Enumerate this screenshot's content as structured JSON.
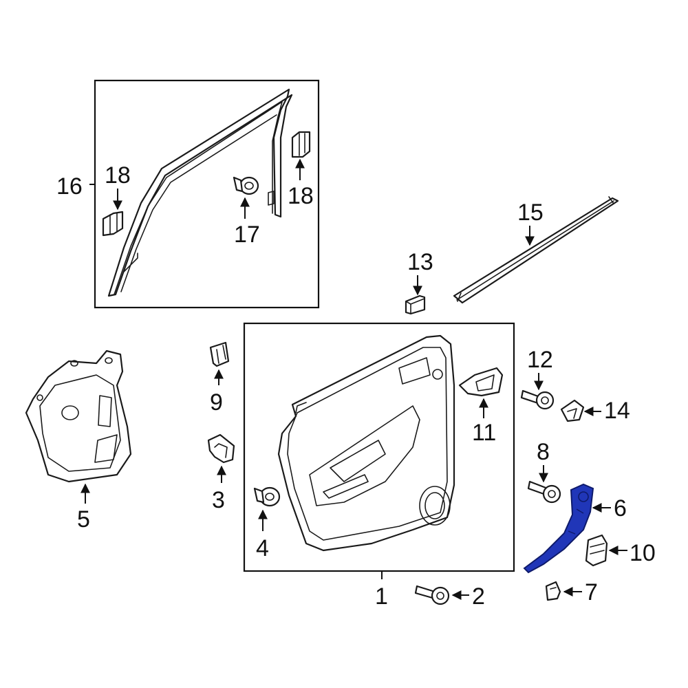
{
  "callouts": {
    "c1": "1",
    "c2": "2",
    "c3": "3",
    "c4": "4",
    "c5": "5",
    "c6": "6",
    "c7": "7",
    "c8": "8",
    "c9": "9",
    "c10": "10",
    "c11": "11",
    "c12": "12",
    "c13": "13",
    "c14": "14",
    "c15": "15",
    "c16": "16",
    "c17": "17",
    "c18a": "18",
    "c18b": "18"
  },
  "colors": {
    "highlight_part": "#2036b8",
    "line": "#1a1a1a",
    "background": "#ffffff"
  }
}
